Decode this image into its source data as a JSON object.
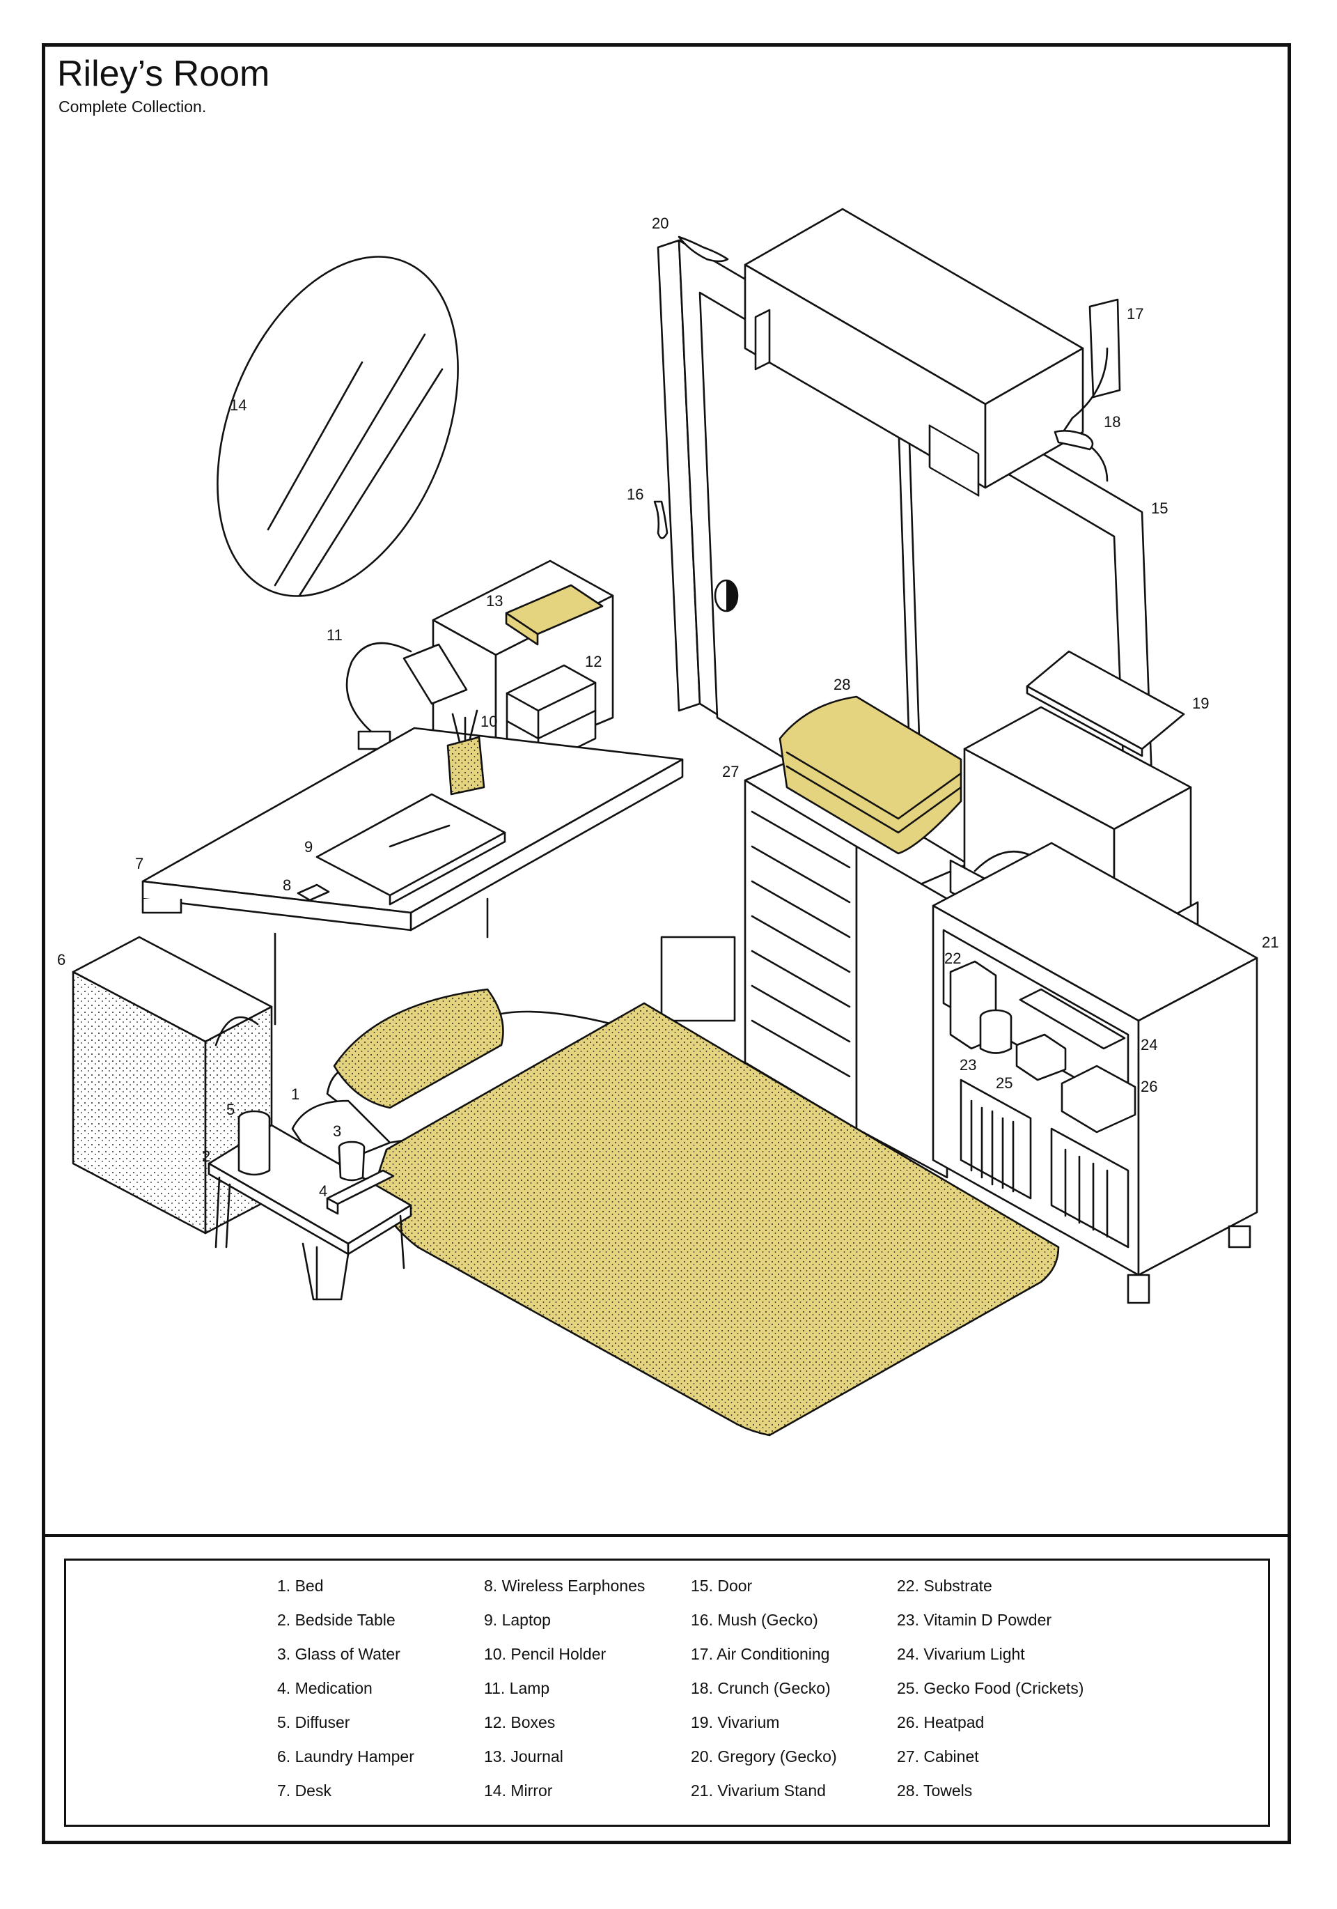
{
  "header": {
    "title": "Riley’s Room",
    "subtitle": "Complete Collection."
  },
  "colors": {
    "accent_yellow": "#e4d37f",
    "ink": "#111111",
    "paper": "#ffffff"
  },
  "callouts": [
    "1",
    "2",
    "3",
    "4",
    "5",
    "6",
    "7",
    "8",
    "9",
    "10",
    "11",
    "12",
    "13",
    "14",
    "15",
    "16",
    "17",
    "18",
    "19",
    "20",
    "21",
    "22",
    "23",
    "24",
    "25",
    "26",
    "27",
    "28"
  ],
  "legend": {
    "columns": [
      [
        "1. Bed",
        "2. Bedside Table",
        "3. Glass of Water",
        "4. Medication",
        "5. Diffuser",
        "6. Laundry Hamper",
        "7. Desk"
      ],
      [
        "8. Wireless Earphones",
        "9. Laptop",
        "10. Pencil Holder",
        "11. Lamp",
        "12. Boxes",
        "13. Journal",
        "14. Mirror"
      ],
      [
        "15. Door",
        "16. Mush (Gecko)",
        "17. Air Conditioning",
        "18. Crunch (Gecko)",
        "19. Vivarium",
        "20. Gregory (Gecko)",
        "21. Vivarium Stand"
      ],
      [
        "22. Substrate",
        "23. Vitamin D Powder",
        "24. Vivarium Light",
        "25. Gecko Food (Crickets)",
        "26. Heatpad",
        "27. Cabinet",
        "28. Towels"
      ]
    ]
  }
}
